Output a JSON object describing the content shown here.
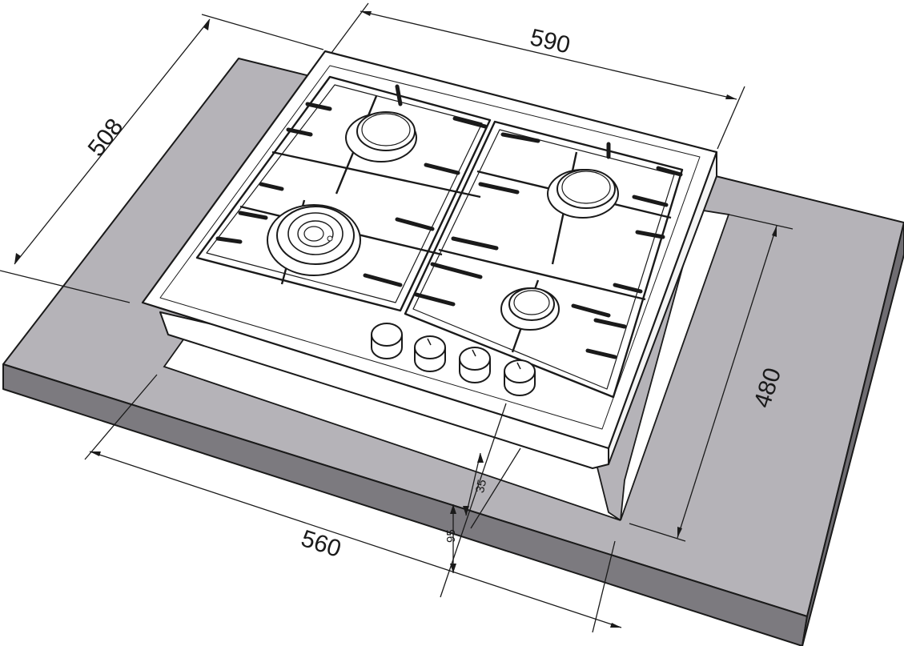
{
  "diagram": {
    "dimensions": {
      "hob_width": "590",
      "hob_depth": "508",
      "cutout_width": "560",
      "cutout_depth": "480",
      "depth_below_top": "35",
      "depth_total": "95"
    },
    "colors": {
      "worktop_top": "#b5b3b8",
      "worktop_edge": "#7c7a7f",
      "hob_surface": "#ffffff",
      "line": "#1a1a1a"
    }
  }
}
